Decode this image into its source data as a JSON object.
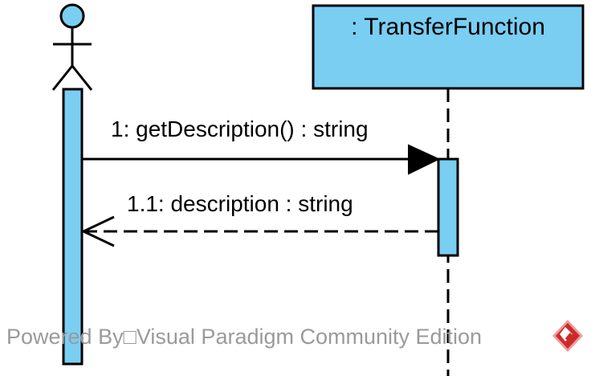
{
  "diagram": {
    "type": "uml-sequence",
    "colors": {
      "fill": "#79cef2",
      "stroke": "#000000",
      "watermark_text": "#9a9a9a",
      "logo_red": "#cc2a2a",
      "logo_pink": "#f09a9a"
    },
    "actor": {
      "label": ""
    },
    "lifeline": {
      "title": ": TransferFunction"
    },
    "messages": [
      {
        "label": "1: getDescription() : string",
        "kind": "synchronous-call",
        "from": "actor",
        "to": "TransferFunction"
      },
      {
        "label": "1.1: description : string",
        "kind": "return",
        "from": "TransferFunction",
        "to": "actor"
      }
    ]
  },
  "watermark": {
    "text": "Powered By□Visual Paradigm Community Edition",
    "logo_icon": "visual-paradigm-logo-icon"
  }
}
